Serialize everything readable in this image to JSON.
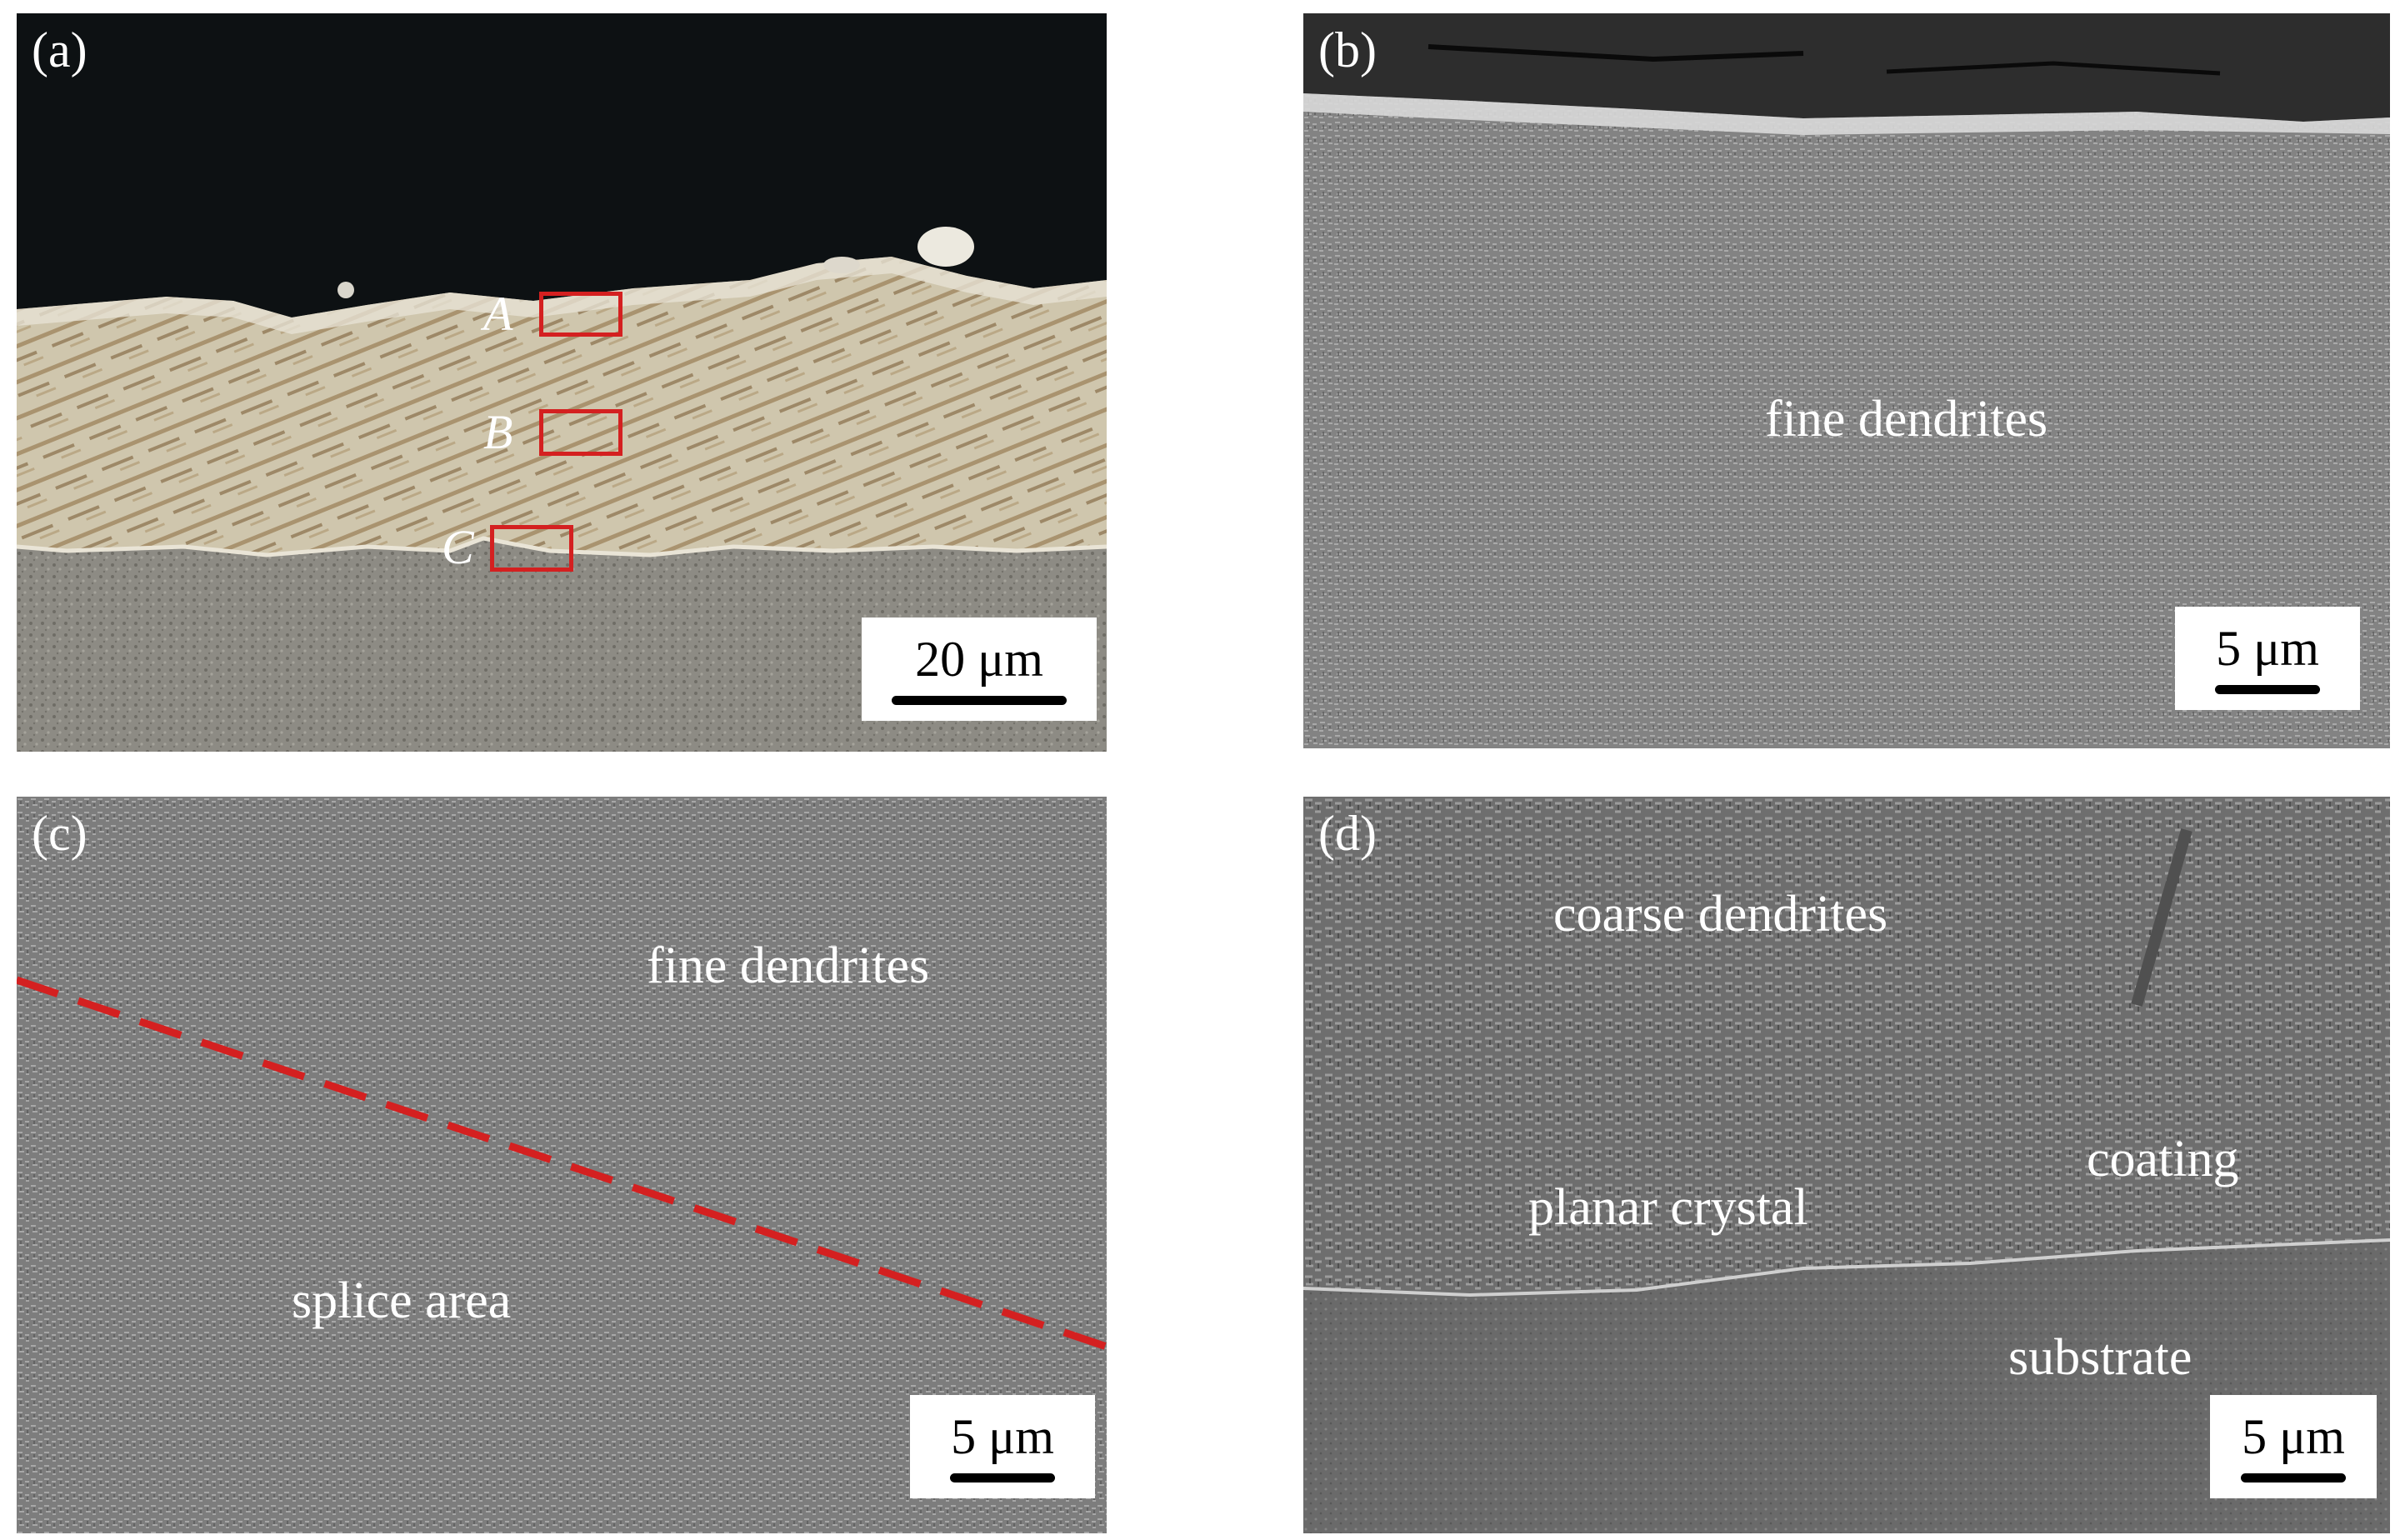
{
  "panels": {
    "a": {
      "label": "(a)",
      "markers": [
        "A",
        "B",
        "C"
      ],
      "scale": "20 μm"
    },
    "b": {
      "label": "(b)",
      "annotation": "fine dendrites",
      "scale": "5 μm"
    },
    "c": {
      "label": "(c)",
      "annotations": {
        "top": "fine dendrites",
        "bottom": "splice area"
      },
      "scale": "5 μm"
    },
    "d": {
      "label": "(d)",
      "annotations": {
        "coarse": "coarse dendrites",
        "coating": "coating",
        "planar": "planar crystal",
        "substrate": "substrate"
      },
      "scale": "5 μm"
    }
  },
  "colors": {
    "marker": "#d42020",
    "sem_gray": "#7a7a7a",
    "optical_dark": "#0d1113",
    "optical_coating": "#c9bfa6",
    "optical_substrate": "#8a8880"
  }
}
